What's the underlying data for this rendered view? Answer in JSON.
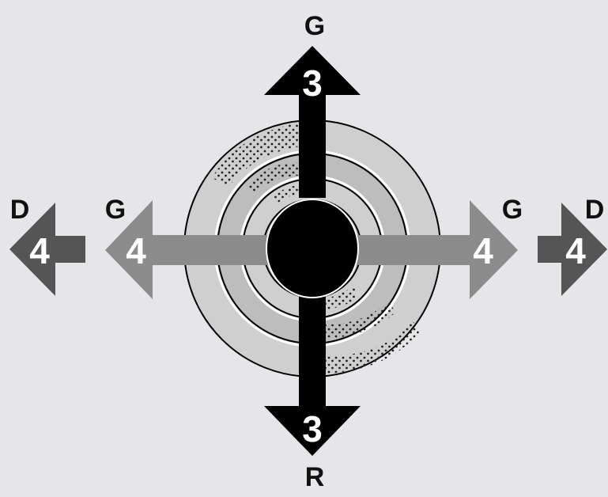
{
  "colors": {
    "background": "#e6e6e8",
    "core": "#000000",
    "ring_light": "#cfcfcf",
    "ring_mid": "#bdbdbd",
    "vertical_arrow": "#000000",
    "inner_horizontal_arrow": "#8c8c8c",
    "outer_horizontal_arrow": "#555555",
    "label_text": "#111111",
    "arrow_number_text": "#ffffff"
  },
  "labels": {
    "top": "G",
    "bottom": "R",
    "left_outer": "D",
    "left_inner": "G",
    "right_inner": "G",
    "right_outer": "D"
  },
  "arrows": {
    "up_number": "3",
    "down_number": "3",
    "left_inner_number": "4",
    "left_outer_number": "4",
    "right_inner_number": "4",
    "right_outer_number": "4"
  }
}
